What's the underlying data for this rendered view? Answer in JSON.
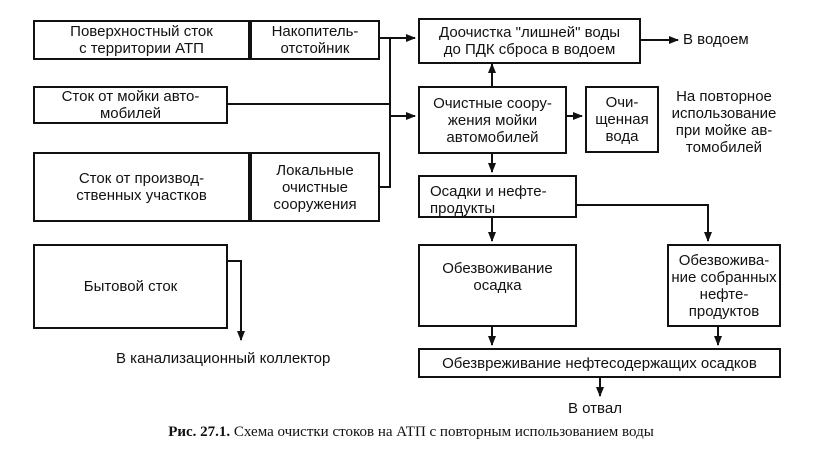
{
  "nodes": {
    "surface_runoff": "Поверхностный сток\nс территории АТП",
    "settler": "Накопитель-\nотстойник",
    "post_treatment": "Доочистка \"лишней\" воды\nдо ПДК сброса в водоем",
    "carwash_runoff": "Сток от мойки авто-\nмобилей",
    "carwash_treatment": "Очистные соору-\nжения мойки\nавтомобилей",
    "purified_water": "Очи-\nщенная\nвода",
    "production_runoff": "Сток от производ-\nственных участков",
    "local_treatment": "Локальные\nочистные\nсооружения",
    "sludge_oil": "Осадки и нефте-\nпродукты",
    "domestic_runoff": "Бытовой сток",
    "sludge_dewatering": "Обезвоживание\nосадка",
    "oil_dewatering": "Обезвожива-\nние собранных\nнефте-\nпродуктов",
    "neutralization": "Обезвреживание нефтесодержащих осадков"
  },
  "labels": {
    "to_water": "В водоем",
    "reuse": "На повторное\nиспользование\nпри мойке ав-\nтомобилей",
    "to_sewer": "В канализационный коллектор",
    "to_dump": "В отвал"
  },
  "caption": {
    "number": "Рис. 27.1.",
    "text": " Схема очистки стоков на АТП с повторным использованием воды"
  }
}
